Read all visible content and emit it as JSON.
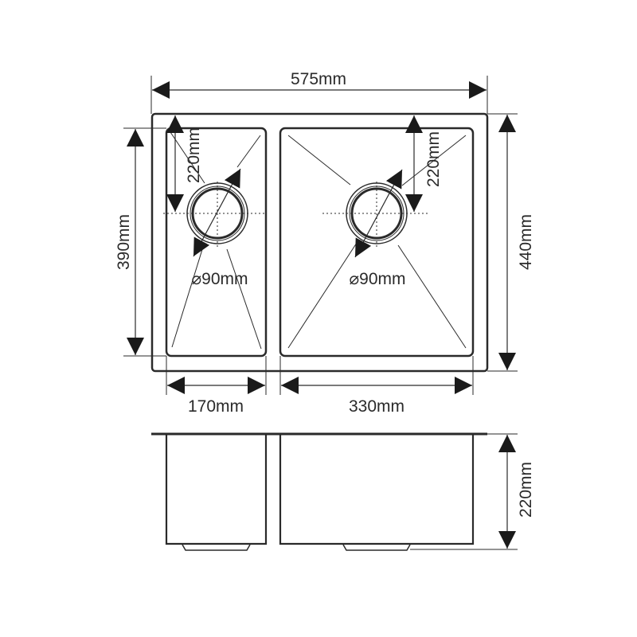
{
  "title": "Double bowl sink dimension drawing",
  "dimensions": {
    "overall_width": "575mm",
    "overall_depth": "440mm",
    "bowl_depth": "390mm",
    "small_bowl_width": "170mm",
    "large_bowl_width": "330mm",
    "small_drain_offset": "220mm",
    "large_drain_offset": "220mm",
    "small_drain_diameter": "⌀90mm",
    "large_drain_diameter": "⌀90mm",
    "bowl_height": "220mm"
  },
  "colors": {
    "line": "#2a2a2a",
    "background": "#ffffff"
  }
}
